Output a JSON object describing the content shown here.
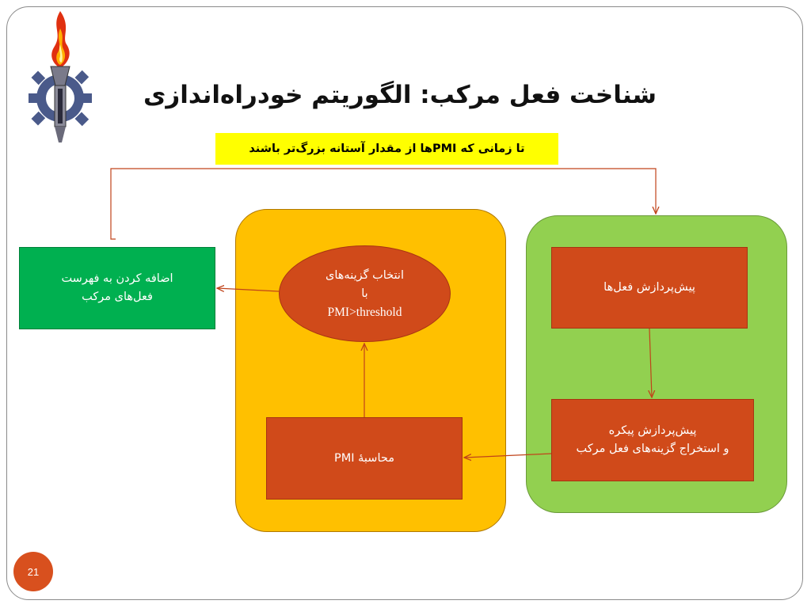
{
  "slide": {
    "title": "شناخت فعل مرکب: الگوریتم خودراه‌اندازی",
    "page_number": "21"
  },
  "condition": {
    "text": "تا زمانی که PMIها از مقدار آستانه بزرگ‌تر باشند"
  },
  "nodes": {
    "preprocess_verbs": {
      "lines": [
        "پیش‌پردازش فعل‌ها"
      ]
    },
    "preprocess_corpus": {
      "lines": [
        "پیش‌پردازش پیکره",
        "و استخراج گزینه‌های فعل مرکب"
      ]
    },
    "compute_pmi": {
      "lines": [
        "محاسبۀ PMI"
      ]
    },
    "select_candidates": {
      "lines": [
        "انتخاب گزینه‌های",
        "با",
        "PMI>threshold"
      ]
    },
    "add_to_list": {
      "lines": [
        "اضافه کردن به فهرست",
        "فعل‌های مرکب"
      ]
    }
  },
  "colors": {
    "condition_bg": "#ffff00",
    "panel_yellow": "#ffc000",
    "panel_green": "#92d050",
    "process_box": "#d04a1a",
    "output_box": "#00b050",
    "connector": "#c0431a"
  },
  "icons": {
    "logo": "torch-gear-logo"
  }
}
